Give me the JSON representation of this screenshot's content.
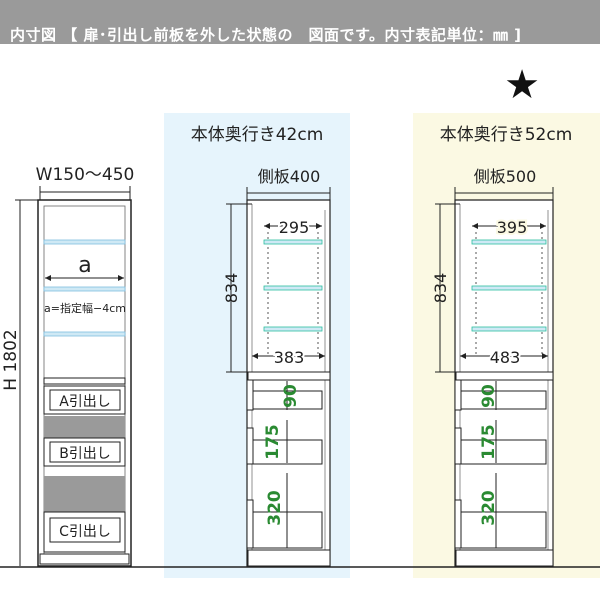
{
  "header": {
    "text": "内寸図 【 扉･引出し前板を外した状態の　図面です。内寸表記単位：㎜ ]"
  },
  "colors": {
    "header_bg": "#9a9a9a",
    "panel_42_bg": "#e6f4fc",
    "panel_52_bg": "#fbf9e3",
    "shelf_line": "#2bbfa0",
    "shelf_board": "#7fbfe0",
    "dimension_number": "#2a8a32",
    "drawer_gray": "#9a9a9a",
    "dark": "#222222"
  },
  "star_label": "★",
  "front_view": {
    "width_label": "W150～450",
    "height_label": "H 1802",
    "a_label": "a",
    "a_note": "a=指定幅−4cm",
    "drawers": [
      "A引出し",
      "B引出し",
      "C引出し"
    ]
  },
  "panels": [
    {
      "title": "本体奥行き42cm",
      "side_label": "側板400",
      "shelf_depth": "295",
      "inner_height": "834",
      "inner_depth": "383",
      "drawer_heights": [
        "90",
        "175",
        "320"
      ]
    },
    {
      "title": "本体奥行き52cm",
      "side_label": "側板500",
      "shelf_depth": "395",
      "inner_height": "834",
      "inner_depth": "483",
      "drawer_heights": [
        "90",
        "175",
        "320"
      ]
    }
  ]
}
